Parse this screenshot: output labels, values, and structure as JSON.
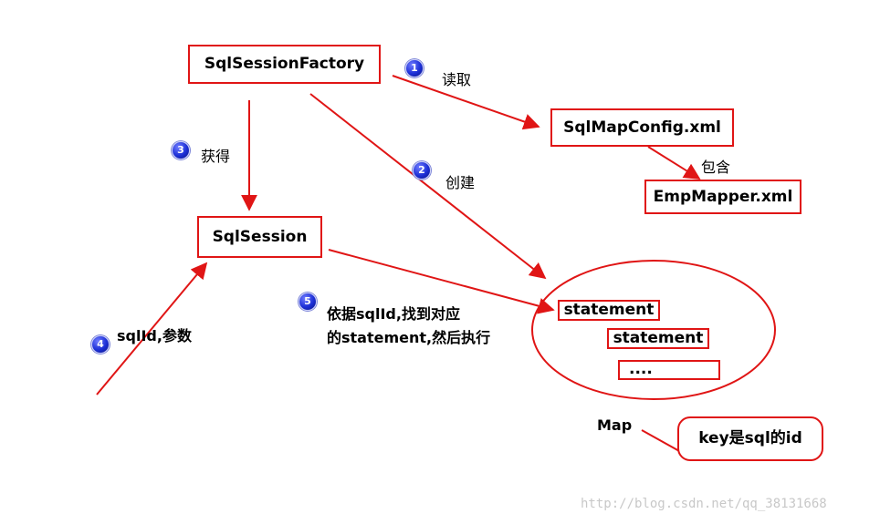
{
  "nodes": {
    "sqlsessionfactory": "SqlSessionFactory",
    "sqlmapconfig": "SqlMapConfig.xml",
    "empmapper": "EmpMapper.xml",
    "sqlsession": "SqlSession",
    "statement1": "statement",
    "statement2": "statement",
    "statement3": "....",
    "map_label": "Map",
    "callout": "key是sql的id"
  },
  "steps": [
    {
      "number": "1",
      "label": "读取"
    },
    {
      "number": "2",
      "label": "创建"
    },
    {
      "number": "3",
      "label": "获得"
    },
    {
      "number": "4",
      "label": "sqlId,参数"
    },
    {
      "number": "5",
      "label_line1": "依据sqlId,找到对应",
      "label_line2": "的statement,然后执行"
    }
  ],
  "extra_labels": {
    "contains": "包含"
  },
  "watermark": "http://blog.csdn.net/qq_38131668",
  "colors": {
    "line": "#e01515",
    "badge": "#1c2fd6"
  }
}
